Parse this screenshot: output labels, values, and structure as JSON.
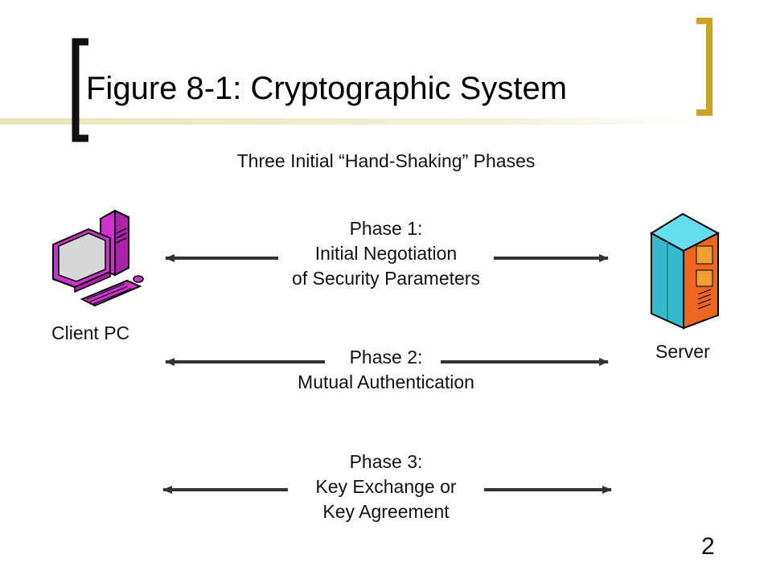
{
  "slide": {
    "title": "Figure 8-1: Cryptographic System",
    "subtitle": "Three Initial “Hand-Shaking” Phases",
    "page_number": "2",
    "accent_color": "#c9a227"
  },
  "nodes": {
    "client": {
      "label": "Client PC",
      "icon": "desktop-computer-icon",
      "color": "#cc33cc"
    },
    "server": {
      "label": "Server",
      "icon": "server-tower-icon",
      "color": "#33bbcc"
    }
  },
  "phases": [
    {
      "lines": [
        "Phase 1:",
        "Initial Negotiation",
        "of Security Parameters"
      ]
    },
    {
      "lines": [
        "Phase 2:",
        "Mutual Authentication"
      ]
    },
    {
      "lines": [
        "Phase 3:",
        "Key Exchange or",
        "Key Agreement"
      ]
    }
  ]
}
